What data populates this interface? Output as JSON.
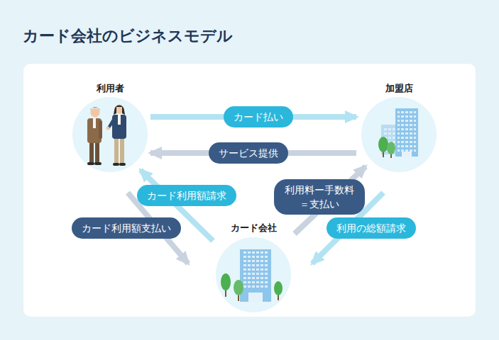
{
  "diagram": {
    "title": "カード会社のビジネスモデル",
    "nodes": [
      {
        "text": [
          "利用者"
        ]
      },
      {
        "text": [
          "加盟店"
        ]
      },
      {
        "text": [
          "カード会社"
        ]
      }
    ],
    "edges": [
      {
        "from": 0,
        "to": 1,
        "arrow": "to",
        "label": "カード払い"
      },
      {
        "from": 1,
        "to": 0,
        "arrow": "to",
        "label": "サービス提供"
      },
      {
        "from": 2,
        "to": 0,
        "arrow": "to",
        "label": "カード利用額請求"
      },
      {
        "from": 0,
        "to": 2,
        "arrow": "to",
        "label": "カード利用額支払い"
      },
      {
        "from": 2,
        "to": 1,
        "arrow": "to",
        "label": "利用料ー手数料 ＝支払い"
      },
      {
        "from": 1,
        "to": 2,
        "arrow": "to",
        "label": "利用の総額請求"
      }
    ]
  }
}
